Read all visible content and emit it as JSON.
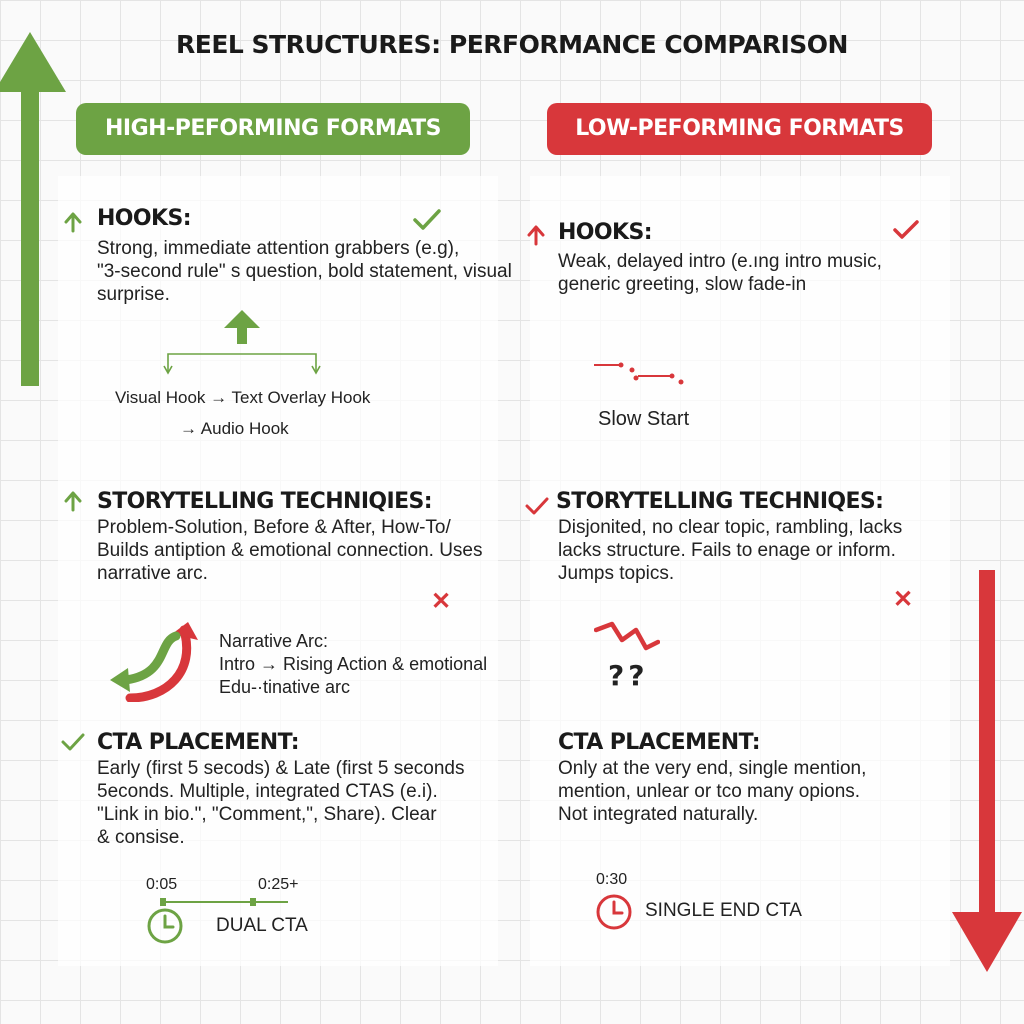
{
  "title": "REEL STRUCTURES: PERFORMANCE COMPARISON",
  "colors": {
    "green": "#6da344",
    "red": "#d8373b"
  },
  "high": {
    "label": "HIGH-PEFORMING FORMATS",
    "hooks": {
      "heading": "HOOKS:",
      "lines": [
        "Strong, immediate attention grabbers (e.g),",
        "\"3-second rule\" s question, bold statement, visual",
        "surprise."
      ],
      "diagram": [
        "Visual Hook → Text Overlay Hook",
        "→ Audio Hook"
      ]
    },
    "story": {
      "heading": "STORYTELLING TECHNIQIES:",
      "lines": [
        "Problem-Solution, Before & After, How-To/",
        "Builds antiption & emotional connection. Uses",
        "narrative arc."
      ],
      "arc": [
        "Narrative Arc:",
        "Intro → Rising Action & emotional",
        "Edu-·tinative arc"
      ]
    },
    "cta": {
      "heading": "CTA PLACEMENT:",
      "lines": [
        "Early (first 5 secods) & Late (first 5 seconds",
        "5econds. Multiple, integrated CTAS (e.i).",
        "\"Link in bio.\", \"Comment,\", Share). Clear",
        "& consise."
      ],
      "time_start": "0:05",
      "time_end": "0:25+",
      "label": "DUAL CTA"
    }
  },
  "low": {
    "label": "LOW-PEFORMING FORMATS",
    "hooks": {
      "heading": "HOOKS:",
      "lines": [
        "Weak, delayed intro (e.ıng intro music,",
        "generic greeting, slow fade-in"
      ],
      "diagram_label": "Slow Start"
    },
    "story": {
      "heading": "STORYTELLING TECHNIQES:",
      "lines": [
        "Disjonited, no clear topic, rambling, lacks",
        "lacks structure. Fails to enage or inform.",
        "Jumps topics."
      ],
      "confusion": "??"
    },
    "cta": {
      "heading": "CTA PLACEMENT:",
      "lines": [
        "Only at the very end, single mention,",
        "mention, unlear or tco many opions.",
        "Not integrated naturally."
      ],
      "time": "0:30",
      "label": "SINGLE END CTA"
    }
  }
}
